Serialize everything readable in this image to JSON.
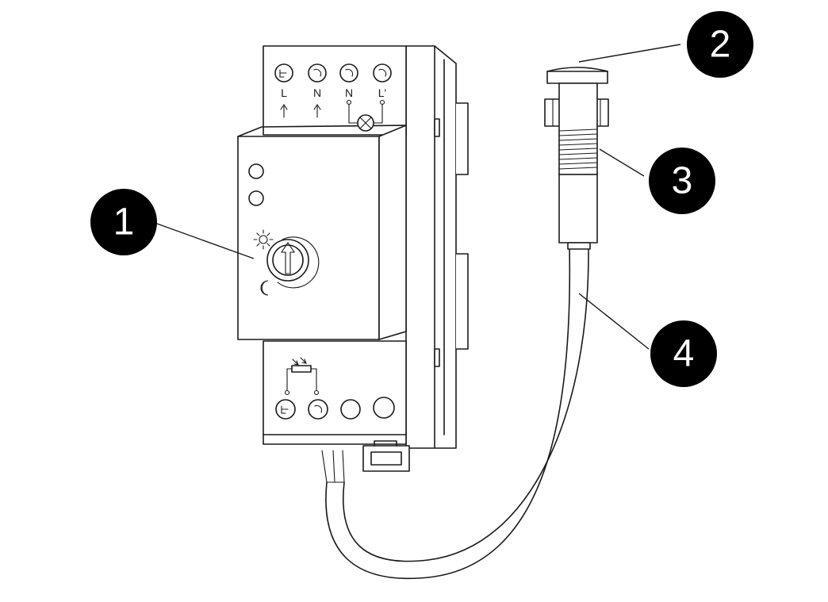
{
  "terminals_top": [
    "L",
    "N",
    "N",
    "L'"
  ],
  "callouts": [
    {
      "number": "1",
      "target": "brightness-adjustment-knob"
    },
    {
      "number": "2",
      "target": "sensor-cap"
    },
    {
      "number": "3",
      "target": "threaded-mounting-body"
    },
    {
      "number": "4",
      "target": "sensor-cable"
    }
  ],
  "colors": {
    "line": "#1a1a1a",
    "callout_fill": "#000000",
    "callout_text": "#ffffff"
  }
}
